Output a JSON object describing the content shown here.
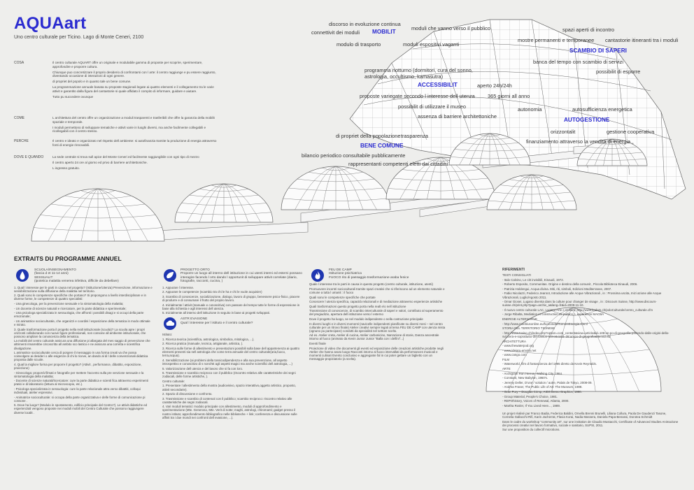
{
  "header": {
    "title": "AQUAart",
    "subtitle": "Uno centro culturale per Ticino. Lago di Monte Ceneri, 2100"
  },
  "left": {
    "sections": [
      {
        "label": "COSA",
        "paras": [
          "Il centro culturale AQUART offre un originale e modulabile gamma di proposte per scoprire, sperimentare, approfondire e proporre cultura.",
          "Chiunque puo concretizzare il proprio desiderio di confrontarsi con l arte: il centro raggiunge e pu essere raggiunto, diventando occasione di interazioni di ogni genere.",
          "di propriet del popolo e in quanto tale un bene comune.",
          "La programmazione annuale basata su proposte stagionali legate ai quattro elementi e il collegamento tra le varie attivit e garantito dalla figura del cantastorie si quale affidato il compito di informare, guidare e aiutare.",
          "Tutto pu succedere ovunque"
        ]
      },
      {
        "label": "COME",
        "paras": [
          "L architettura del centro offre un organizzazione a moduli trasparenti e trasferibili che offre la garanzia della mobilit spaziale e temporale.",
          "I moduli permettono di sviluppare tematiche e attivit varie in luoghi diversi, ma anche facilmente collegabili e ricollegabili con il centro stesso."
        ]
      },
      {
        "label": "PERCHE",
        "paras": [
          "Il centro e ideato e organizzato nel rispetto dell ambiente: si autofinanzia tramite la produzione di energia attraverso fonti di energie rinnovabili."
        ]
      },
      {
        "label": "DOVE E QUANDO",
        "paras": [
          "La sede centrale si trova sull apice del Monte Ceneri ed facilmente raggiungibile con ogni tipo di mezzo",
          "Il centro aperto 24 ore al giorno ed privo di barriere architettoniche.",
          "L ingresso gratuito."
        ]
      }
    ]
  },
  "keywords": {
    "k1": "discorso in evoluzione continua",
    "k2": "connettivit dei moduli",
    "mobilit": "MOBILIT",
    "k3": "moduli che vanno verso il pubblico",
    "k4": "spazi aperti di incontro",
    "k5": "mostre permanenti e temporanee",
    "k6": "cantastorie itineranti tra i moduli",
    "k7": "modulo di trasporto",
    "k8": "moduli espositivi vaganti",
    "scambio": "SCAMBIO DI SAPERI",
    "k9": "banca del tempo con scambio di servizi",
    "k10": "programma notturno (dormitori, cura del sonno, astrologia, occultismo, kamasutra)",
    "k11": "possibilit di esporre",
    "accessibilit": "ACCESSIBILIT",
    "k12": "aperto 24h/24h",
    "k13": "proposte variegate secondo l interesse dell utenza",
    "k14": "365 giorni all anno",
    "k15": "possibilit di utilizzare il museo",
    "k16": "assenza di barriere architettoniche",
    "k17": "autonomia",
    "k18": "autosufficienza energetica",
    "autogestione": "AUTOGESTIONE",
    "k19": "di propriet della popolazione",
    "k20": "trasparenza",
    "k21": "orizzontalit",
    "k22": "gestione cooperativa",
    "bene": "BENE COMUNE",
    "k23": "finanziamento attraverso la vendita di energia",
    "k24": "bilancio periodico consultabile pubblicamente",
    "k25": "rappresentanti competenti eletti dai cittadini"
  },
  "extraits": {
    "title": "EXTRAITS DU PROGRAMME ANNUEL",
    "col1": {
      "head": [
        "SCUOLA/INSEGNAMENTO",
        "(fascia d et 11-14 anni)",
        "SESSUALIT",
        "(ipotetica malattia venerea infettiva, difficile da debellare)"
      ],
      "paras": [
        "1. Qual l interesse per le parti in causa nel progetto? (Istituzione/Utenza) Prevenzione, informazione e sensibilizzazione sulla diffusione della malattia nel territorio.",
        "2. Quali sono le competenze specifiche che portano? Si propongono a livello interdisciplinare e in diverse forme, le competenze di quattro specialisti:",
        "- Una ginecologa, per la prevenzione sessuale e la sintomatologia della malattia;",
        "- Un docente di scienze naturali e ricercatore, per la parte didattica e sperimentale;",
        "- Una psicologa specializzata in sessuologia, che affronti i possibili disagi e si occupi della parte emozionale;",
        "- Un animatrice socioculturale, che organizzi e coordini l esposizione della tematica in modo ottimale e mirato.",
        "3. Quale trasformazione porta il progetto nella realt istituzionale (scuola)? La scuola apre i propri orizzonti collaborando con nuove figure professionali, non consone all ambiente istituzionale, che possono ampliare la conoscenza della tematica.",
        "La mobilit del centro culturale assicura una diffusione pi allargata del mes saggio di prevenzione che altrimenti rimarrebbe circoscritto all ambito sco lastico e ne assicura una corretta e scientifica divulgazione.",
        "L animatrice socioculturale cerca di porgere il messaggio in una forma creati va che possa coinvolgere ai desideri o alle esigenze di chi lo riceve, an dando al di l delle convenzionali didattica proposta dalle scuole.",
        "4. Qual la migliore forma per proporre il progetto? (Attivit , performance, dibattito, esposizione, proiezione)",
        "- Ginecologa: proporrà filmati e fotografie per mettere l'accento sulla pre venzione sessuale e la sintomatologia della malattia;",
        "- Docente di scienze naturali/ricercatore: cure la parte didattica e scienti fica attraverso esperimenti pratici e di laboratorio (lettura al microscopio, etc.).",
        "- Psicologa specializzata in sessuologia: cure la parte relazionale attra verso dibattiti, colloqui individuali, atelier espressivi.",
        "- Animatrice socioculturale: si occupa della parte organizzativa e delle forme di comunicazione pi consone .",
        "5. Dove ha luogo? (Modulo in spostamento, edificio principale del Centro?). Le attivit didattiche ed esperienziali vengono proposte nei moduli mobili del Centro Culturale che possono raggiungere diverse localit ."
      ]
    },
    "col2": {
      "head": [
        "PROGETTO ORTO",
        "Proporre un luogo all interno dell istituzione in cui utenti interni ed esterni possano interagire facendo l orto dando l opportunit di sviluppare attivit correlate (diario, fotografie, racconti, cucina, )"
      ],
      "paras": [
        "1. Appurare l interesse.",
        "2. Appurare le competenze (scambio tra chi le ha e chi le vuole acquisire)",
        "3. Scambio di conoscenze, socializzazione, dialogo, lavoro di gruppo, benessere psico-fisico, piacere di produrre e di consumare il frutto del proprio lavoro.",
        "4. Inizialmente l attivit (manuale e conoscitiva) con passare del tempo tutte le forme di espressione in base alla richiesta e agli interessi dell utenza.",
        "5. Inizialmente all interno dell istituzione in seguito in base ai progetti sviluppati."
      ],
      "head2": [
        "ASTR EVASIONE",
        "Qual l interesse per l istituto e il centro culturale?"
      ],
      "paras2": [
        "Istituto:",
        "1. Ricerca teorica (scientifica, astrologica, simbolica, mitologica, ...).",
        "2. Ricerca pratica (manuale, tecnica, artigianale, artistica, ).",
        "3. Ricerca sulle forme di allestimento e presentazioni possibili sulla base dell appartenenza ai quattro elementi presenti sia nell astrologia che come terra annuale del centro culturale(aria,fuoco, terra,acqua).",
        "4. Sensibilizzazione (ai problemi della tossicodipendenza e alla sua prevenzione, all aspetto introspettivo e conoscitivo di s nonchE agli aspetti magici ma anche scientifici dell astrologia, ...)",
        "5. Valorizzazione dell utenza e del lavoro che si fa con loro.",
        "6. Trasmissione e scambio reciproco con il pubblico (riscontro relativo alle caratteristiche dei segni zodiacali, delle forme artistiche, ).",
        "Centro culturale:",
        "1. Presentare l allestimento della mostra (audiovisivo, spazio interattivo,oggetto artistico, proposto, attivit secondarie).",
        "2. Spazio di discussione e confronto.",
        "3. Trasmissione e scambio di contenuti con il pubblico; scambio reciproco: riscontro relativo alle caratteristiche dei segni zodiacali.",
        "4. Vari moduli tematici: modulo principale con allestimento, moduli di approfondimento e sperimentazione (Mte. Generoso, Mte. Verit di notte; maghi, astrologi, chiromanti; gadget presso il nostro istituto; approfondimento bibliografico nelle biblioteche + link; conferenza e discussione sulle affinit tra i due mondi nei confronti dell evasione, ...)."
      ]
    },
    "col3": {
      "head": [
        "FEU DE CAMP",
        "Istituzione psichiatrica",
        "FUOCO rito di passaggio trasformazione araba fenice"
      ],
      "paras": [
        "Quale l interesse tra le parti in causa in questo progetto (centro culturale, istituzione, utenti)",
        "Promuovere incontri socioculturali tramite spazi creativi che si riferiscono ad un elemento naturale e comune a tutta l umanit : il fuoco",
        "Quali sono le competenze specifiche che portate",
        "Conoscere l utenza specifica, capacità relazionali e di mediazione attraverso esperienze artistiche",
        "Quali trasformazioni questo progetto porta nella realt e/o nell istituzione",
        "Trasmissione di conoscenze, di scambio interculturale di saperi e valori, contributo al superamento del pregiudizio, apertura dell istituzione verso l esterno",
        "Dove il progetto ha luogo, se nel modulo indipendente o nella costruzione principale",
        "In diversi luoghi e in diversi momenti (navicelle indipendenti pianificate su diversi mesi – nel centro culturale per un ritrovo finale) Atelier creativi sempre legati al tema FEU DE CAMP con utenza mista (ognuno pu partecipare) condotti da specialisti nel settore scelto.",
        "Ad es. Atelier creta, Atelier di cucina, Atelier carbonicino, Narrazione di storie, Danza ancestrale intorno al fuoco (animato da Kevin Junior Junior \"Balla con i delfini\"...)",
        "Eventi finale",
        "Proiezione di video che documenti gli eventi ed esposizione delle creazioni artistiche prodotte negli Atelier che hanno avuto luogo Racconti intorno al fuoco intervallati da performances musicali e momenti culinari Evento conclusivo e aggregante fal in cui poter gettare un biglietto con un messaggio-propiziatorio (a scelta)."
      ]
    },
    "col4": {
      "title": "RIFERIMENTI",
      "items": [
        "TESTI CONSIGLIATI",
        "- Italo Calvino, Le citt invisibili, Einaudi, 1972.",
        "- Roberto Esposito, Communitas. Origine e destino della comunit , Piccola Biblioteca Einaudi, 2006.",
        "- Patrizia Holdengui, Acqua divina. Miti, riti, simboli, Edizioni Mediterranee, 2007.",
        "- Fabio Nicolazzi, Federico Jeanrot, Introduzione alle Acque Vibrazionali , in : Prossima uscita, Inizi azione alle Acque Vibrazionali, Luglio/Agosto 2011.",
        "- Omar Giosei, Lugano diventa dans la culture pour changer de visage , in : Discours Suisse, http://www.discours-suisse.ch/print.php?page=archiv_a&lang=fr&id=2009-11-10.",
        "- Il nuovo centro culturale LAC, Lugano Arte e Cultura, http://www.lmdam.ch/poloCulturale/centro_culturale.cfm",
        "- Jorge Ribalta, Mediation et construction de publics, L expérience MACBA",
        "ENERGIE ALTERNATIVE",
        "- http://www.moebiusonline.eu/fuorionda/RumoreEnergia.shtml",
        "STORIA DEL TERRITORIO TICINESE",
        "- http://www.tovino.ch/index.php?option=com_content&view=article&id=108:un-po-di-geografia-partendo-dalle-origini-della-svizzera-e-soprattutto-del-canton-ticino&catid=38:un-po-di-geografia&Itemid=62",
        "ARCHITETTURA",
        "- www.thewaterpod.org",
        "- www.ideiaru-emotio.net",
        "- www.cango.com",
        "FILM",
        "- Waterworld, film di fantascienza del 1995 diretto da Kevin Reynolds.",
        "ARTE",
        "- Archigram Ron Herron, Walking City, 1964.",
        "- Constant, New Babylon, 1960's.",
        "- Jeremy Deller, D'une / solution / autre, Palais de Tokyo, 2008-09.",
        "- Andrea Fraser, The Public Life of Art: The Museum, 1988.",
        "- Gran Fury – Douglas Crimp, AIDS Demo Graphics, 1990.",
        "- Group Material, People's Choice, 1981.",
        "- REPOhistory, Voices of Renewal, Atlanta, 2000.",
        "- Martha Rosler, If You Lived Here..., 1989."
      ],
      "credits": [
        "Un projet réalisé par Franco Badia, Federica Baldini, Ornella Brenni Brunelli, Liliana Collura, Paola De Gaudenzi Tasone, Cornelia Gallacchi-Rifi, Karin Jacherrat, Flavia Korai, Nadia Massera, Daniela Papa-Benassi, Dorotea Schmidt",
        "Dans le cadre du workshop \"community art\", sur une invitation de Claudio Mustacchi, Certificate of Advanced Studies Animazione dei processi creativi nel lavoro formativo, sociale e sanitario, SUPSI, 2011.",
        "Sur une proposition du collectif microtions."
      ]
    }
  }
}
